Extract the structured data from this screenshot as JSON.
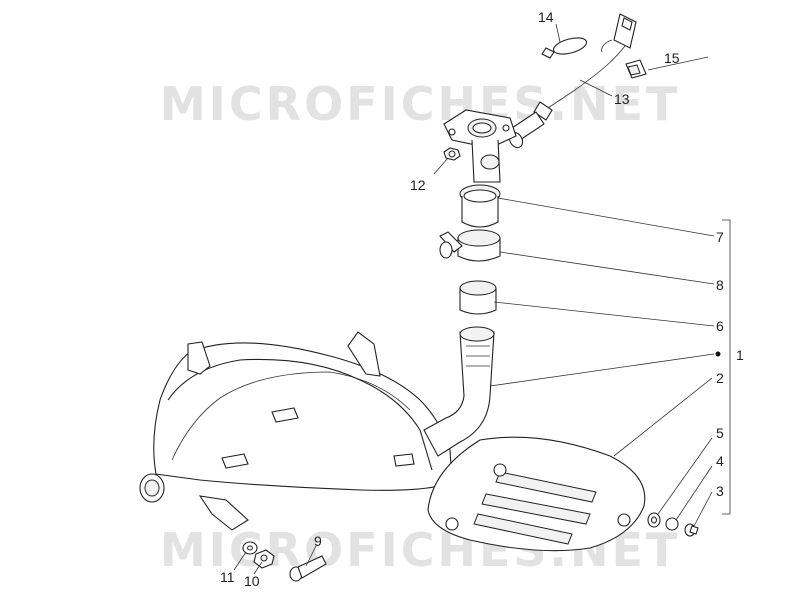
{
  "watermark_top": "MICROFICHES.NET",
  "watermark_bottom": "MICROFICHES.NET",
  "callouts": [
    {
      "id": "c1",
      "label": "1"
    },
    {
      "id": "c2",
      "label": "2"
    },
    {
      "id": "c3",
      "label": "3"
    },
    {
      "id": "c4",
      "label": "4"
    },
    {
      "id": "c5",
      "label": "5"
    },
    {
      "id": "c6",
      "label": "6"
    },
    {
      "id": "c7",
      "label": "7"
    },
    {
      "id": "c8",
      "label": "8"
    },
    {
      "id": "c9",
      "label": "9"
    },
    {
      "id": "c10",
      "label": "10"
    },
    {
      "id": "c11",
      "label": "11"
    },
    {
      "id": "c12",
      "label": "12"
    },
    {
      "id": "c13",
      "label": "13"
    },
    {
      "id": "c14",
      "label": "14"
    },
    {
      "id": "c15",
      "label": "15"
    }
  ]
}
